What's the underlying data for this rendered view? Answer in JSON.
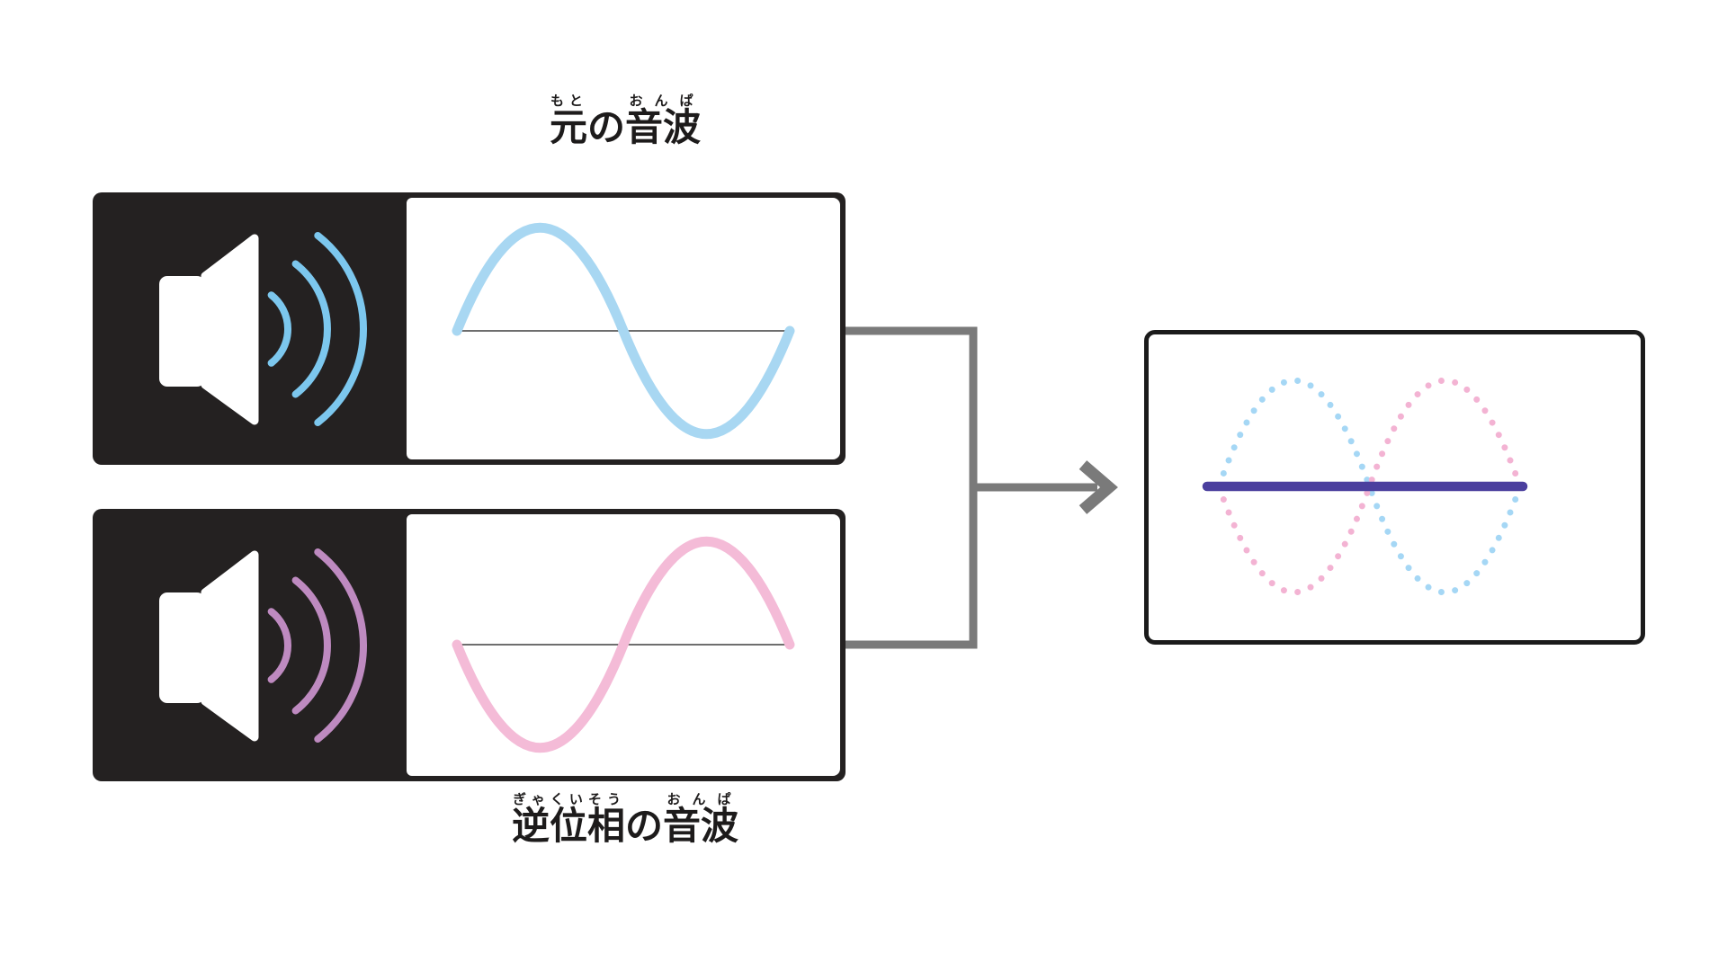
{
  "top_source": {
    "label": {
      "text": "元の音波",
      "segments": [
        {
          "base": "元",
          "ruby": "もと"
        },
        {
          "base": "の",
          "ruby": ""
        },
        {
          "base": "音波",
          "ruby": "おんぱ"
        }
      ]
    },
    "icon": "speaker-icon",
    "wave": {
      "type": "sine",
      "phase": "original",
      "color": "#A8D7F2",
      "arc_color": "#7CC7EE"
    }
  },
  "bottom_source": {
    "label": {
      "text": "逆位相の音波",
      "segments": [
        {
          "base": "逆位相",
          "ruby": "ぎゃくいそう"
        },
        {
          "base": "の",
          "ruby": ""
        },
        {
          "base": "音波",
          "ruby": "おんぱ"
        }
      ]
    },
    "icon": "speaker-icon",
    "wave": {
      "type": "sine",
      "phase": "inverted",
      "color": "#F4BBD7",
      "arc_color": "#BE8AC0"
    }
  },
  "connector": {
    "color": "#7a7a7a"
  },
  "result": {
    "blue_dotted_color": "#A5D7F5",
    "pink_dotted_color": "#F3B3D3",
    "cancel_line_color": "#4B3F9E",
    "meaning": "waves cancel to flat line"
  },
  "box_color": "#242121",
  "baseline_color": "#3f3f3f",
  "speaker_white": "#ffffff"
}
